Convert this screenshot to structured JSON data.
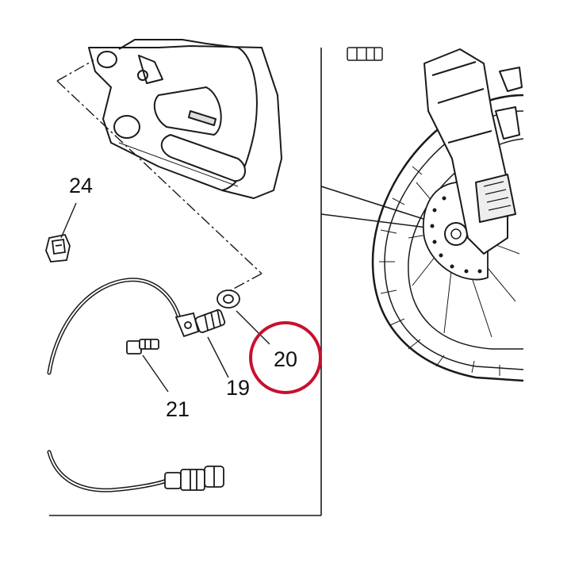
{
  "diagram": {
    "callouts": [
      {
        "id": "callout-24",
        "number": "24"
      },
      {
        "id": "callout-21",
        "number": "21"
      },
      {
        "id": "callout-19",
        "number": "19"
      },
      {
        "id": "callout-20",
        "number": "20",
        "highlighted": true
      }
    ],
    "highlight_color": "#c8102e",
    "line_color": "#1a1a1a",
    "parts": [
      "brake-caliper",
      "speed-sensor",
      "sensor-cable",
      "cable-connector",
      "mounting-bolt",
      "spacer-washer",
      "cable-clip",
      "front-wheel",
      "brake-disc",
      "front-fork"
    ]
  }
}
